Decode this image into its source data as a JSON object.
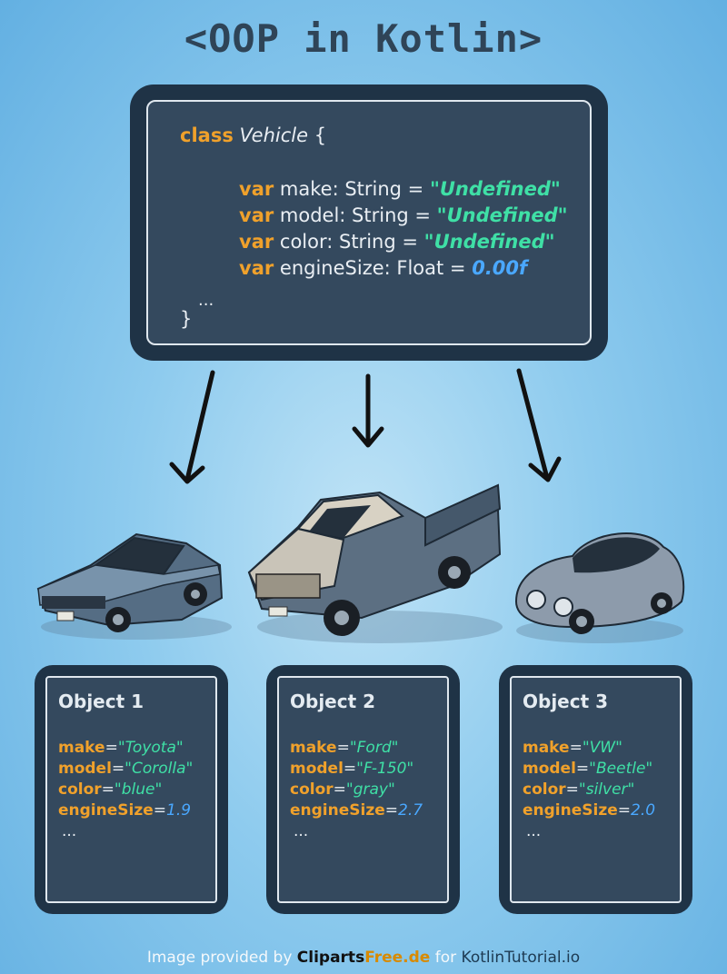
{
  "title": "<OOP in Kotlin>",
  "class_code": {
    "kw_class": "class",
    "class_name": "Vehicle",
    "open_brace": "{",
    "props": [
      {
        "kw": "var",
        "decl": "make: String = ",
        "value": "\"Undefined\""
      },
      {
        "kw": "var",
        "decl": "model: String = ",
        "value": "\"Undefined\""
      },
      {
        "kw": "var",
        "decl": "color: String = ",
        "value": "\"Undefined\""
      },
      {
        "kw": "var",
        "decl": "engineSize: Float = ",
        "value": "0.00f"
      }
    ],
    "ellipsis": "...",
    "close_brace": "}"
  },
  "objects": [
    {
      "title": "Object 1",
      "make": "\"Toyota\"",
      "model": "\"Corolla\"",
      "color": "\"blue\"",
      "engineSize": "1.9",
      "ellipsis": "..."
    },
    {
      "title": "Object 2",
      "make": "\"Ford\"",
      "model": "\"F-150\"",
      "color": "\"gray\"",
      "engineSize": "2.7",
      "ellipsis": "..."
    },
    {
      "title": "Object 3",
      "make": "\"VW\"",
      "model": "\"Beetle\"",
      "color": "\"silver\"",
      "engineSize": "2.0",
      "ellipsis": "..."
    }
  ],
  "field_labels": {
    "make": "make",
    "model": "model",
    "color": "color",
    "engineSize": "engineSize",
    "eq": "="
  },
  "footer": {
    "prefix": "Image provided by ",
    "brand_part1": "Cliparts",
    "brand_part2": "Free.de",
    "middle": " for ",
    "site": "KotlinTutorial.io"
  },
  "colors": {
    "keyword": "#f0a12b",
    "string": "#3fe0a6",
    "number": "#4aa8ff",
    "panel": "#34495e"
  },
  "icons": [
    "arrow-down-icon",
    "sedan-car-icon",
    "pickup-truck-icon",
    "beetle-car-icon"
  ]
}
